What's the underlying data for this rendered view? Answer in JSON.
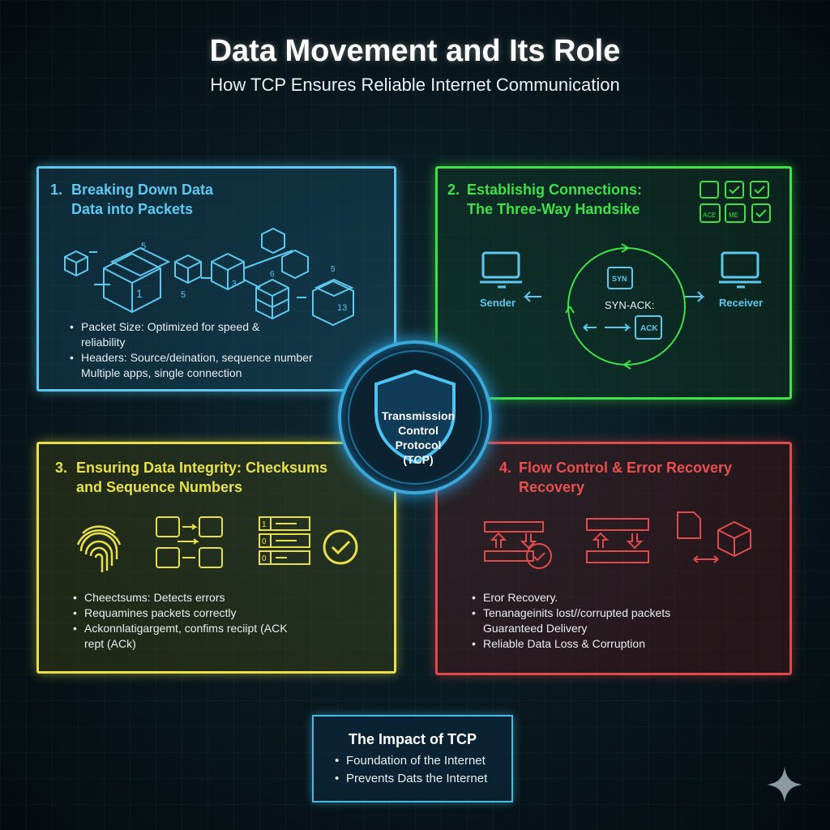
{
  "header": {
    "title": "Data Movement and Its Role",
    "subtitle": "How TCP Ensures Reliable Internet Communication"
  },
  "center": {
    "label_lines": [
      "Transmission",
      "Control",
      "Protocol",
      "(TCP)"
    ],
    "icon": "shield-icon"
  },
  "panels": [
    {
      "number": "1.",
      "title_lines": [
        "Breaking Down Data",
        "Data into Packets"
      ],
      "color": "#5ec8ee",
      "box_labels": [
        "5",
        "1",
        "5",
        "3",
        "6",
        "5",
        "13"
      ],
      "bullets": [
        {
          "text": "Packet Size: Optimized for speed &",
          "bullet": true
        },
        {
          "text": "reliability",
          "bullet": false
        },
        {
          "text": "Headers: Source/deination, sequence number",
          "bullet": true
        },
        {
          "text": "Multiple apps, single connection",
          "bullet": false
        }
      ]
    },
    {
      "number": "2.",
      "title_lines": [
        "Establishig Connections:",
        "The Three-Way Handsike"
      ],
      "color": "#3fe04a",
      "sender": "Sender",
      "receiver": "Receiver",
      "syn": "SYN",
      "syn_ack": "SYN-ACK:",
      "ack": "ACK",
      "doc_labels": [
        "ACE",
        "ME"
      ]
    },
    {
      "number": "3.",
      "title_lines": [
        "Ensuring Data Integrity: Checksums",
        "and Sequence Numbers"
      ],
      "color": "#e8e04a",
      "list_numbers": [
        "1",
        "0",
        "0"
      ],
      "bullets": [
        {
          "text": "Cheectsums: Detects errors",
          "bullet": true
        },
        {
          "text": "Requamines packets correctly",
          "bullet": true
        },
        {
          "text": "Ackonnlatigargemt, confims reciipt (ACK",
          "bullet": true
        },
        {
          "text": "rept (ACk)",
          "bullet": false
        }
      ]
    },
    {
      "number": "4.",
      "title_lines": [
        "Flow Control & Error Recovery",
        "Recovery"
      ],
      "color": "#e04a4a",
      "bullets": [
        {
          "text": "Eror Recovery.",
          "bullet": true
        },
        {
          "text": "Tenanageinits lost//corrupted packets",
          "bullet": true
        },
        {
          "text": "Guaranteed Delivery",
          "bullet": false
        },
        {
          "text": "Reliable Data Loss & Corruption",
          "bullet": true
        }
      ]
    }
  ],
  "impact": {
    "title": "The Impact of TCP",
    "bullets": [
      "Foundation of the Internet",
      "Prevents Dats the Internet"
    ]
  }
}
